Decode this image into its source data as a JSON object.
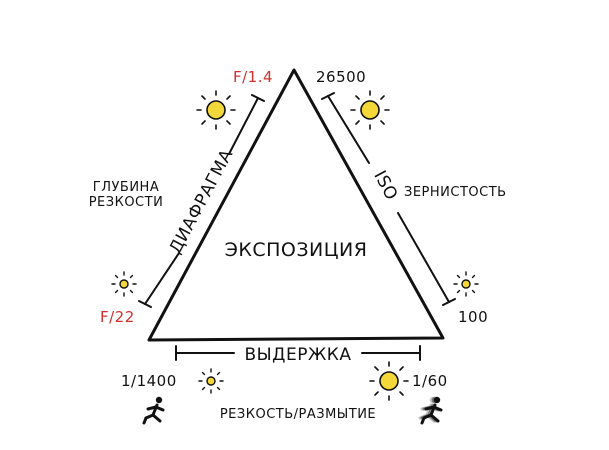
{
  "center_label": "ЭКСПОЗИЦИЯ",
  "left_side": {
    "axis_label": "ДИАФРАГМА",
    "top_value": "F/1.4",
    "bottom_value": "F/22",
    "effect_line1": "ГЛУБИНА",
    "effect_line2": "РЕЗКОСТИ"
  },
  "right_side": {
    "axis_label": "ISO",
    "top_value": "26500",
    "bottom_value": "100",
    "effect": "ЗЕРНИСТОСТЬ"
  },
  "bottom_side": {
    "axis_label": "ВЫДЕРЖКА",
    "left_value": "1/1400",
    "right_value": "1/60",
    "effect": "РЕЗКОСТЬ/РАЗМЫТИЕ"
  },
  "colors": {
    "ink": "#111111",
    "accent_red": "#d0312d",
    "sun_fill": "#f4d83a"
  },
  "icons": [
    "sun-icon",
    "running-person-icon",
    "blurred-running-person-icon"
  ]
}
